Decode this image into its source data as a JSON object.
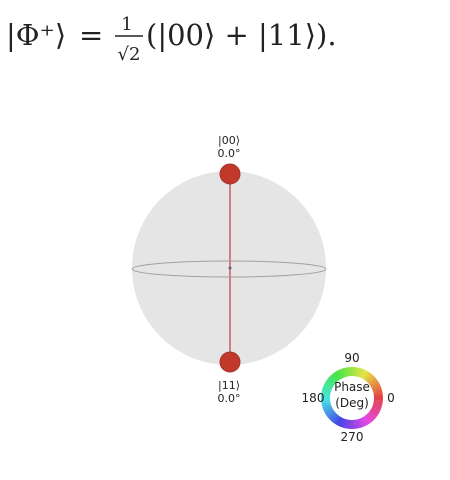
{
  "equation": {
    "lhs": "|Φ⁺⟩",
    "equals": "=",
    "numerator": "1",
    "denominator": "√2",
    "rhs": "(|00⟩ + |11⟩)."
  },
  "qsphere": {
    "states": [
      {
        "ket": "|00⟩",
        "phase_label": "0.0°",
        "phase_deg": 0.0
      },
      {
        "ket": "|11⟩",
        "phase_label": "0.0°",
        "phase_deg": 0.0
      }
    ],
    "colors": {
      "sphere_fill": "#e5e5e5",
      "state_point": "#c0392b",
      "state_line": "#c9828a",
      "equator": "#a0a0a0"
    }
  },
  "phase_legend": {
    "title_line1": "Phase",
    "title_line2": "(Deg)",
    "label_90": "90",
    "label_180": "180",
    "label_0": "0",
    "label_270": "270"
  }
}
